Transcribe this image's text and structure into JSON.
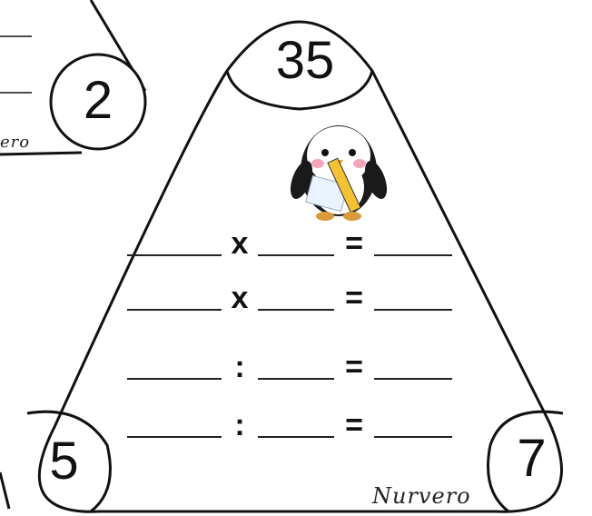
{
  "main_triangle": {
    "top_number": "35",
    "left_number": "5",
    "right_number": "7",
    "equations": [
      {
        "operator": "x",
        "equals": "="
      },
      {
        "operator": "x",
        "equals": "="
      },
      {
        "operator": ":",
        "equals": "="
      },
      {
        "operator": ":",
        "equals": "="
      }
    ],
    "signature": "Nurvero",
    "mascot_icon": "penguin-with-pencil-icon"
  },
  "partial_triangle_top_left": {
    "corner_number": "2",
    "signature_fragment": "ero"
  },
  "colors": {
    "line": "#111111",
    "background": "#ffffff",
    "penguin_body": "#1a1a1a",
    "penguin_belly": "#ffffff",
    "pencil": "#f2c230",
    "cheeks": "#f4a6b8"
  }
}
